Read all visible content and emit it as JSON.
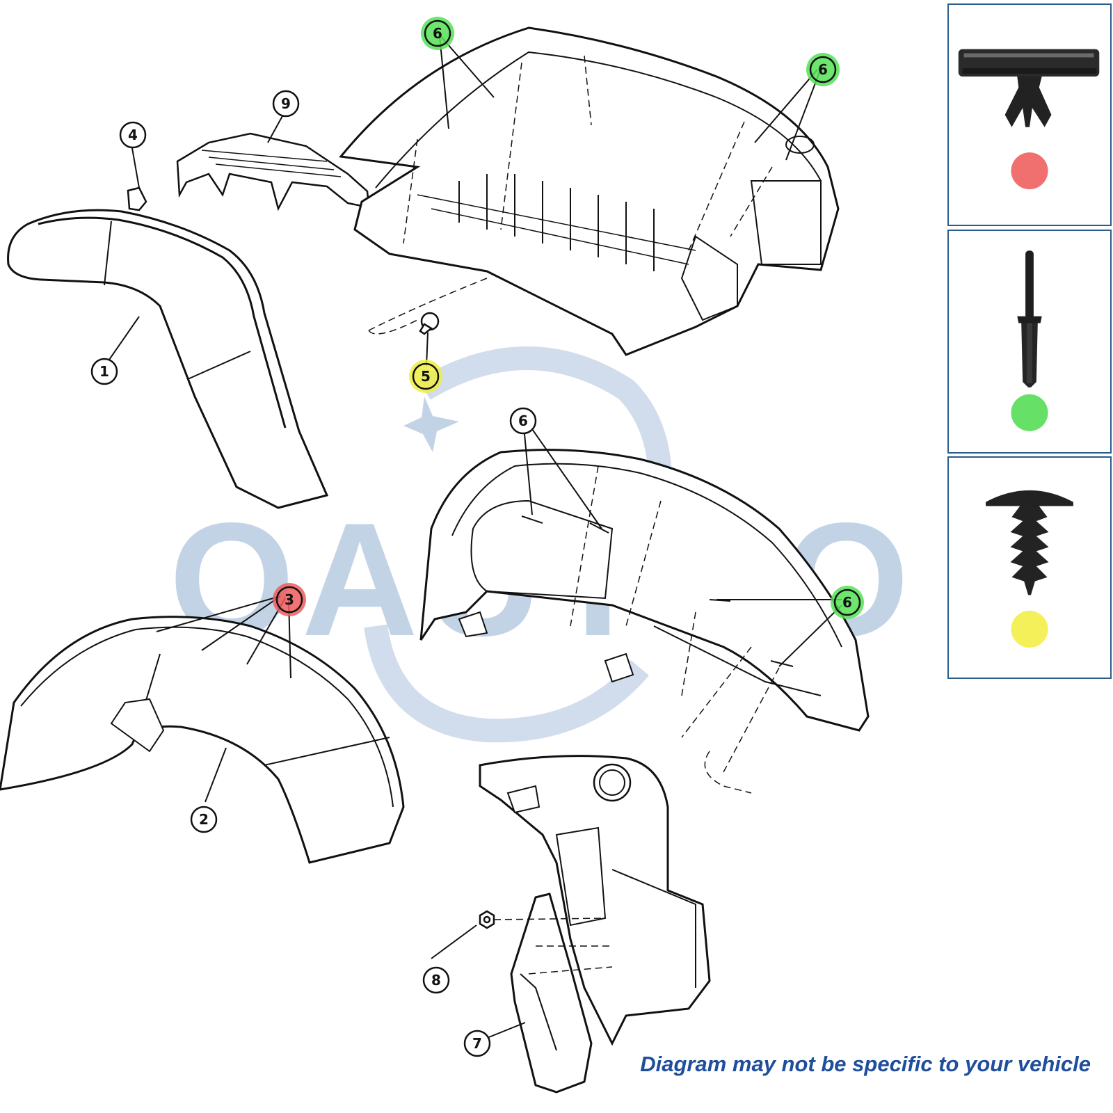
{
  "watermark": "OAUTOO",
  "disclaimer": "Diagram may not be specific to your vehicle",
  "callouts": [
    "1",
    "2",
    "3",
    "4",
    "5",
    "6",
    "7",
    "8",
    "9"
  ],
  "colors": {
    "highlight_red": "#ef5a5a",
    "highlight_green": "#55e055",
    "highlight_yellow": "#eeee44",
    "panel_border": "#2b5d8c",
    "disclaimer_text": "#1f4e9c",
    "watermark": "#7a9ec8"
  },
  "legend": [
    {
      "fastener": "push-clip-retainer-icon",
      "dot_color": "#f07070",
      "matches_callout": "3"
    },
    {
      "fastener": "push-pin-rivet-icon",
      "dot_color": "#66e066",
      "matches_callout": "6"
    },
    {
      "fastener": "christmas-tree-clip-icon",
      "dot_color": "#f3f05a",
      "matches_callout": "5"
    }
  ]
}
